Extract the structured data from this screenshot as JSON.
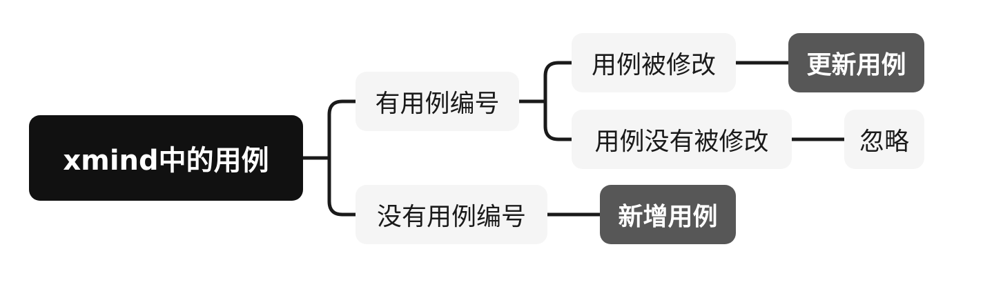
{
  "mindmap": {
    "root": {
      "label": "xmind中的用例"
    },
    "branches": [
      {
        "label": "有用例编号",
        "children": [
          {
            "label": "用例被修改",
            "result": "更新用例"
          },
          {
            "label": "用例没有被修改",
            "result": "忽略"
          }
        ]
      },
      {
        "label": "没有用例编号",
        "result": "新增用例"
      }
    ]
  },
  "colors": {
    "root_bg": "#111111",
    "topic_bg": "#f5f5f5",
    "result_bg": "#575757",
    "connector": "#1a1a1a"
  }
}
